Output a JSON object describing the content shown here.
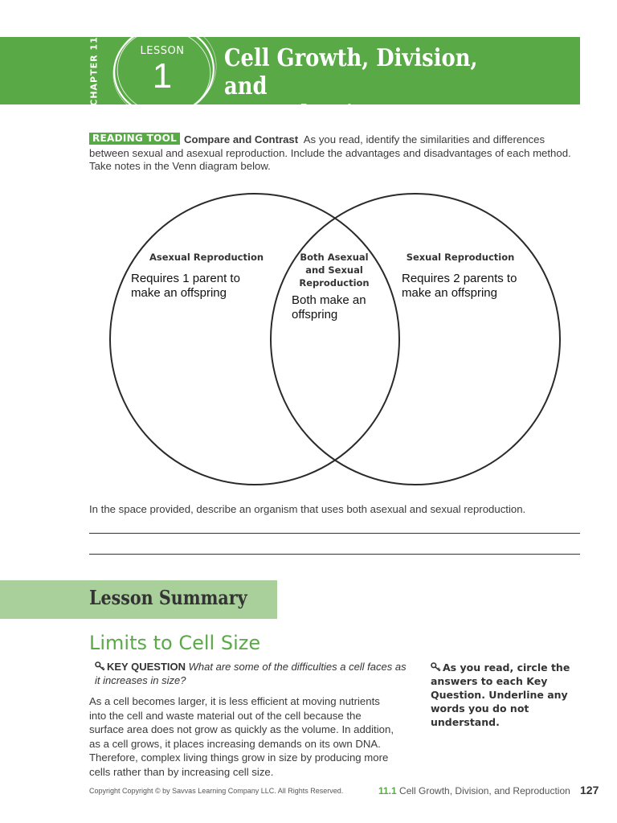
{
  "header": {
    "chapter_label": "CHAPTER 11",
    "lesson_word": "LESSON",
    "lesson_number": "1",
    "title_line1": "Cell Growth, Division, and",
    "title_line2": "Reproduction"
  },
  "reading_tool": {
    "badge": "READING TOOL",
    "skill": "Compare and Contrast",
    "instructions": "As you read, identify the similarities and differences between sexual and asexual reproduction. Include the advantages and disadvantages of each method. Take notes in the Venn diagram below."
  },
  "venn": {
    "left": {
      "heading": "Asexual Reproduction",
      "note": "Requires 1 parent to make an offspring"
    },
    "middle": {
      "heading_line1": "Both Asexual",
      "heading_line2": "and Sexual",
      "heading_line3": "Reproduction",
      "note": "Both make an offspring"
    },
    "right": {
      "heading": "Sexual Reproduction",
      "note": "Requires 2 parents to make an offspring"
    }
  },
  "describe_prompt": "In the space provided, describe an organism that uses both asexual and sexual reproduction.",
  "summary": {
    "title": "Lesson Summary",
    "section_heading": "Limits to Cell Size",
    "key_question_label": "KEY QUESTION",
    "key_question_text": "What are some of the difficulties a cell faces as it increases in size?",
    "body": "As a cell becomes larger, it is less efficient at moving nutrients into the cell and waste material out of the cell because the surface area does not grow as quickly as the volume. In addition, as a cell grows, it places increasing demands on its own DNA. Therefore, complex living things grow in size by producing more cells rather than by increasing cell size.",
    "side_note": "As you read, circle the answers to each Key Question. Underline any words you do not understand."
  },
  "footer": {
    "copyright": "Copyright Copyright © by Savvas Learning Company LLC. All Rights Reserved.",
    "section_number": "11.1",
    "section_title": "Cell Growth, Division, and Reproduction",
    "page_number": "127"
  },
  "colors": {
    "brand_green": "#5aa947",
    "light_green": "#a9cf9b"
  }
}
